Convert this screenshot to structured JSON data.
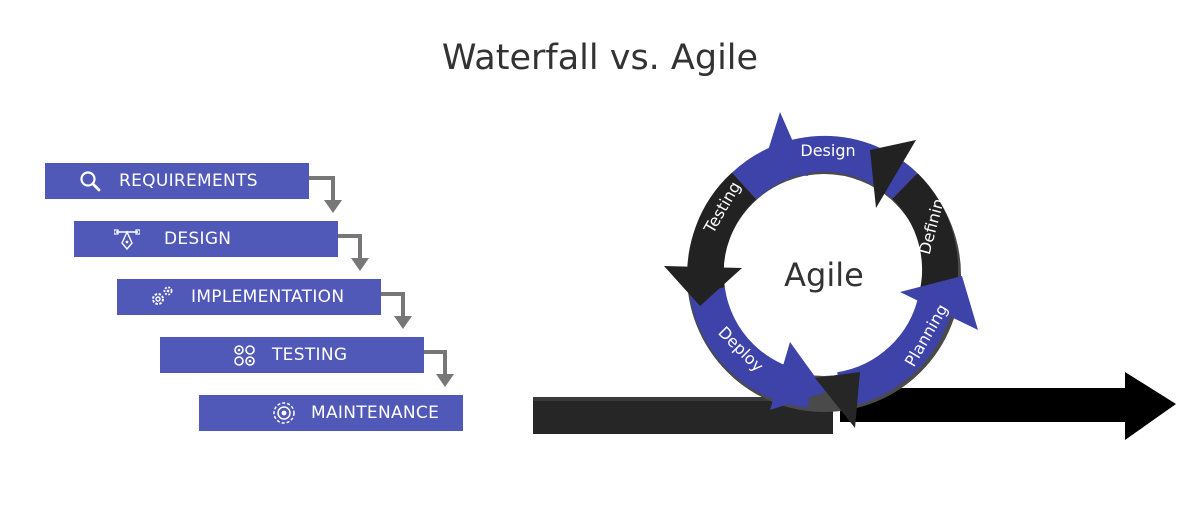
{
  "title": "Waterfall vs. Agile",
  "waterfall": {
    "steps": [
      {
        "label": "REQUIREMENTS",
        "icon": "magnifier-icon"
      },
      {
        "label": "DESIGN",
        "icon": "pen-tool-icon"
      },
      {
        "label": "IMPLEMENTATION",
        "icon": "gears-icon"
      },
      {
        "label": "TESTING",
        "icon": "test-gears-icon"
      },
      {
        "label": "MAINTENANCE",
        "icon": "maintenance-gear-icon"
      }
    ],
    "box_color": "#5058b8",
    "connector_color": "#777777"
  },
  "agile": {
    "center_label": "Agile",
    "phases": [
      "Design",
      "Defining",
      "Planning",
      "Deploy",
      "Testing"
    ],
    "blue": "#3d43a8",
    "dark": "#222222"
  }
}
